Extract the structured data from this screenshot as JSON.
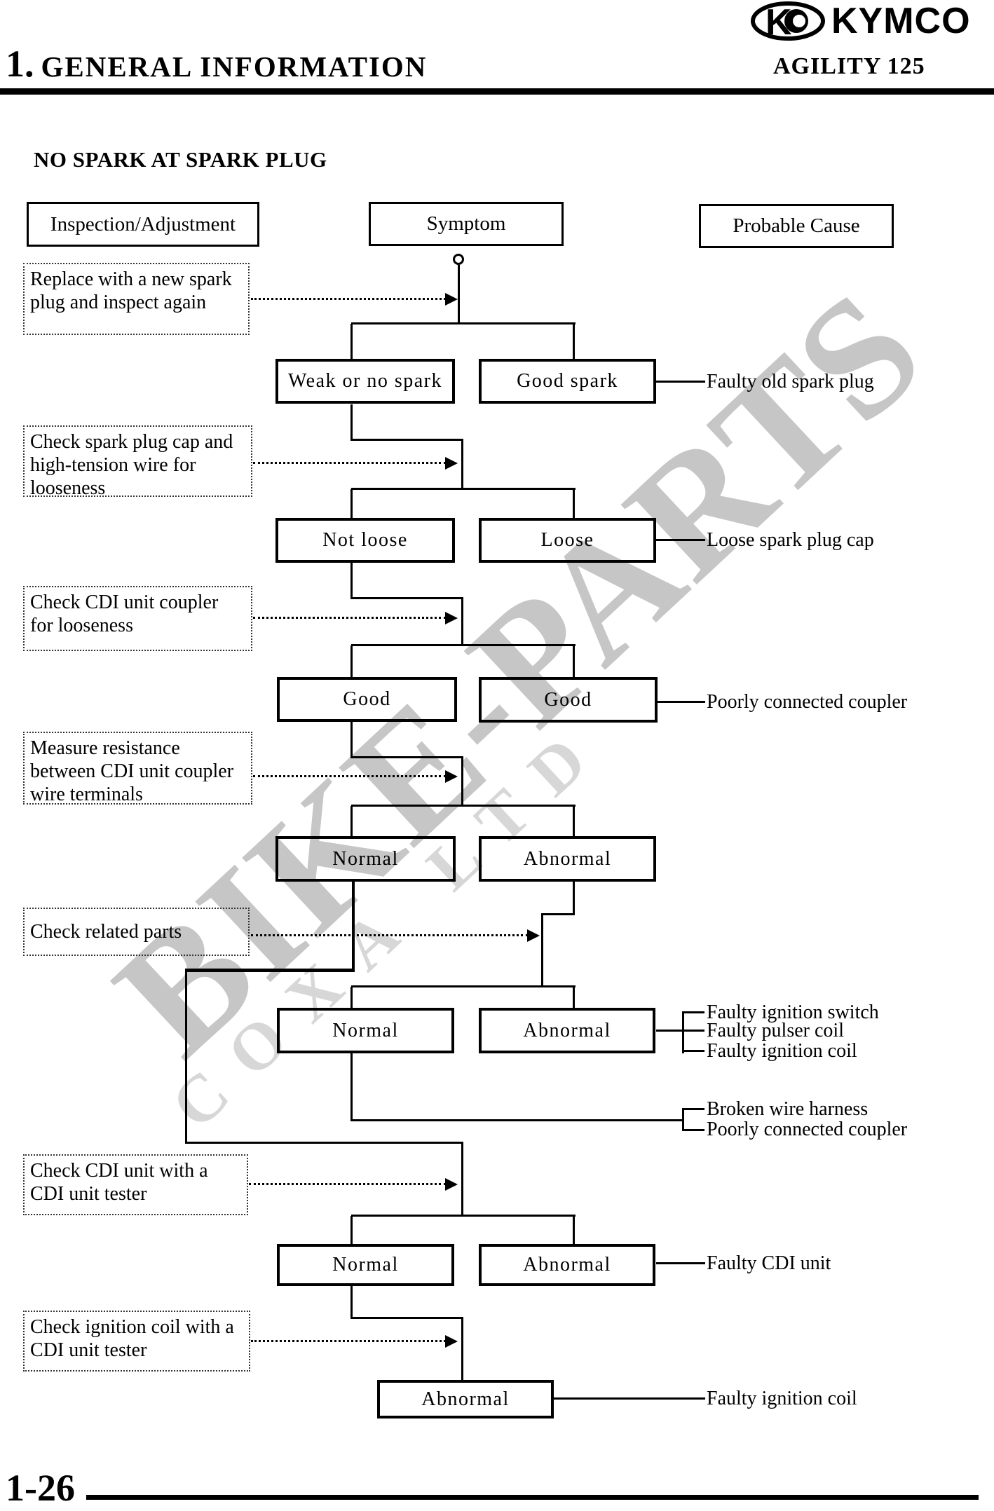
{
  "header": {
    "brand": "KYMCO",
    "section_number": "1.",
    "section_title": "GENERAL INFORMATION",
    "model": "AGILITY 125"
  },
  "page": {
    "heading": "NO SPARK AT SPARK PLUG",
    "page_number": "1-26"
  },
  "columns": {
    "inspection": "Inspection/Adjustment",
    "symptom": "Symptom",
    "cause": "Probable Cause"
  },
  "inspection_steps": [
    "Replace with a new spark plug and inspect again",
    "Check spark plug cap and high-tension wire for looseness",
    "Check CDI unit coupler for looseness",
    "Measure resistance between CDI unit coupler wire terminals",
    "Check related parts",
    "Check CDI unit with a CDI unit tester",
    "Check ignition coil with a CDI unit tester"
  ],
  "flow": {
    "rows": [
      {
        "left": "Weak or no spark",
        "right": "Good spark",
        "cause": "Faulty old spark plug"
      },
      {
        "left": "Not loose",
        "right": "Loose",
        "cause": "Loose spark plug cap"
      },
      {
        "left": "Good",
        "right": "Good",
        "cause": "Poorly connected coupler"
      },
      {
        "left": "Normal",
        "right": "Abnormal"
      },
      {
        "left": "Normal",
        "right": "Abnormal",
        "causes": [
          "Faulty ignition switch",
          "Faulty pulser coil",
          "Faulty ignition coil"
        ]
      },
      {
        "left": "Normal",
        "right": "Abnormal",
        "cause": "Faulty CDI unit"
      },
      {
        "final": "Abnormal",
        "cause": "Faulty ignition coil"
      }
    ],
    "bypass_causes": [
      "Broken wire harness",
      "Poorly connected coupler"
    ]
  },
  "watermark": {
    "main": "BIKE-PARTS",
    "sub": "COXA LTD"
  }
}
